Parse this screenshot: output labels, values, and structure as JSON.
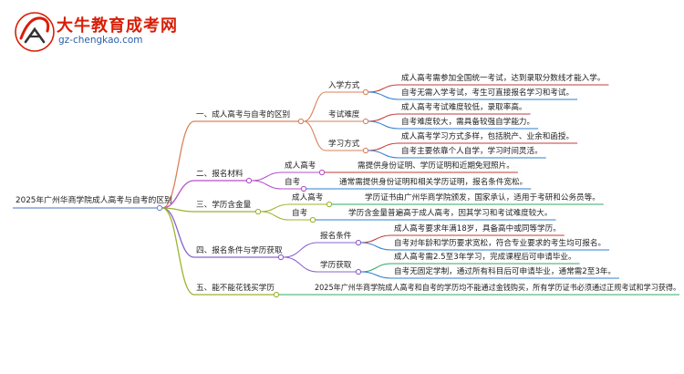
{
  "brand": {
    "name": "大牛教育成考网",
    "url": "gz-chengkao.com"
  },
  "mindmap": {
    "root": "2025年广州华商学院成人高考与自考的区别",
    "branches": [
      {
        "label": "一、成人高考与自考的区别",
        "children": [
          {
            "label": "入学方式",
            "leaves": [
              "成人高考需参加全国统一考试，达到录取分数线才能入学。",
              "自考无需入学考试，考生可直接报名学习和考试。"
            ]
          },
          {
            "label": "考试难度",
            "leaves": [
              "成人高考考试难度较低，录取率高。",
              "自考难度较大，需具备较强自学能力。"
            ]
          },
          {
            "label": "学习方式",
            "leaves": [
              "成人高考学习方式多样，包括脱产、业余和函授。",
              "自考主要依靠个人自学，学习时间灵活。"
            ]
          }
        ]
      },
      {
        "label": "二、报名材料",
        "children": [
          {
            "label": "成人高考",
            "leaves": [
              "需提供身份证明、学历证明和近期免冠照片。"
            ]
          },
          {
            "label": "自考",
            "leaves": [
              "通常需提供身份证明和相关学历证明，报名条件宽松。"
            ]
          }
        ]
      },
      {
        "label": "三、学历含金量",
        "children": [
          {
            "label": "成人高考",
            "leaves": [
              "学历证书由广州华商学院颁发，国家承认，适用于考研和公务员等。"
            ]
          },
          {
            "label": "自考",
            "leaves": [
              "学历含金量普遍高于成人高考，因其学习和考试难度较大。"
            ]
          }
        ]
      },
      {
        "label": "四、报名条件与学历获取",
        "children": [
          {
            "label": "报名条件",
            "leaves": [
              "成人高考要求年满18岁，具备高中或同等学历。",
              "自考对年龄和学历要求宽松，符合专业要求的考生均可报名。"
            ]
          },
          {
            "label": "学历获取",
            "leaves": [
              "成人高考需2.5至3年学习，完成课程后可申请毕业。",
              "自考无固定学制，通过所有科目后可申请毕业，通常需2至3年。"
            ]
          }
        ]
      },
      {
        "label": "五、能不能花钱买学历",
        "leaves": [
          "2025年广州华商学院成人高考和自考的学历均不能通过金钱购买，所有学历证书必须通过正规考试和学习获得。"
        ]
      }
    ]
  },
  "colors": {
    "branch1": "#d9825b",
    "branch2": "#b452c8",
    "branch3": "#9bb52d",
    "branch4": "#8c63cc",
    "branch5": "#9bb52d",
    "leaf_red": "#c23b3b",
    "leaf_green": "#33a866",
    "leaf_blue": "#2f7fd0",
    "root_line": "#6a8fd0",
    "brand_red": "#d81e06"
  }
}
